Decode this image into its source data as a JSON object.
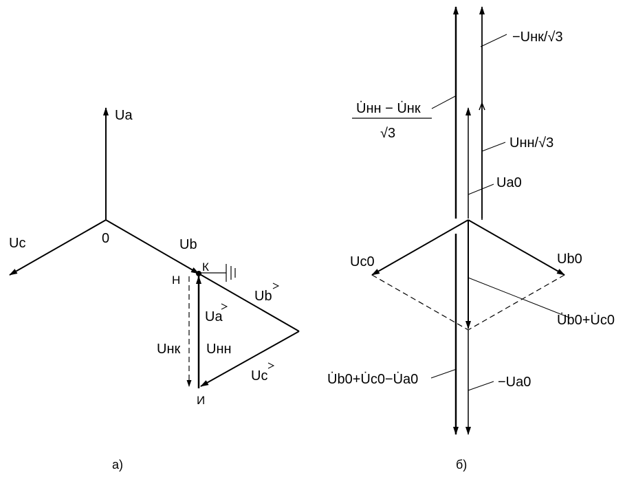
{
  "left": {
    "caption": "а)",
    "labels": {
      "ua": "Ua",
      "uc": "Uc",
      "origin": "0",
      "ub": "Ub",
      "k": "К",
      "n": "Н",
      "ub_dot": "Ub",
      "ua_dot": "Ua",
      "unk": "Uнк",
      "unn": "Uнн",
      "uc_dot": "Uc",
      "i": "И"
    }
  },
  "right": {
    "caption": "б)",
    "labels": {
      "minus_unk": "−Uнк/√3",
      "frac_num": "U̇нн − U̇нк",
      "frac_den": "√3",
      "unn_sqrt": "Uнн/√3",
      "ua0": "Ua0",
      "uc0": "Uc0",
      "ub0": "Ub0",
      "ub0_uc0": "U̇b0+U̇c0",
      "sum_minus": "U̇b0+U̇c0−U̇a0",
      "minus_ua0": "−Ua0"
    }
  }
}
